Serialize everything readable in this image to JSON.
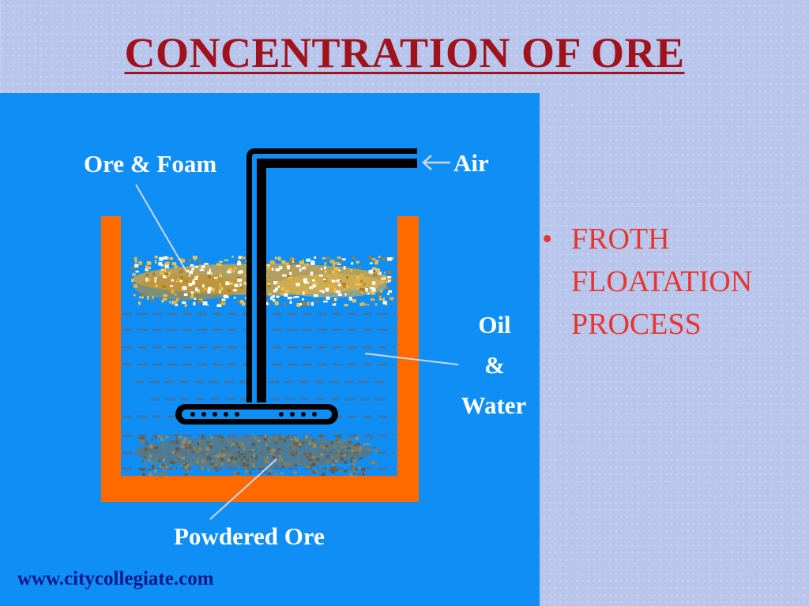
{
  "slide": {
    "title": "CONCENTRATION OF ORE"
  },
  "diagram": {
    "labels": {
      "ore_foam": "Ore & Foam",
      "air": "Air",
      "oil": "Oil",
      "ampersand": "&",
      "water": "Water",
      "powdered_ore": "Powdered Ore",
      "website": "www.citycollegiate.com"
    },
    "colors": {
      "background": "#0f8ff5",
      "tank": "#ff6a00",
      "liquid": "#1e8cf5",
      "pipe": "#000000",
      "froth": "#d9a43a",
      "sediment": "#8a7a52",
      "website_text": "#0a1a8a"
    },
    "icons": {
      "air_arrow": "left-arrow-icon"
    }
  },
  "bullets": [
    {
      "marker": "•",
      "lines": [
        "FROTH",
        "FLOATATION",
        "PROCESS"
      ]
    }
  ]
}
